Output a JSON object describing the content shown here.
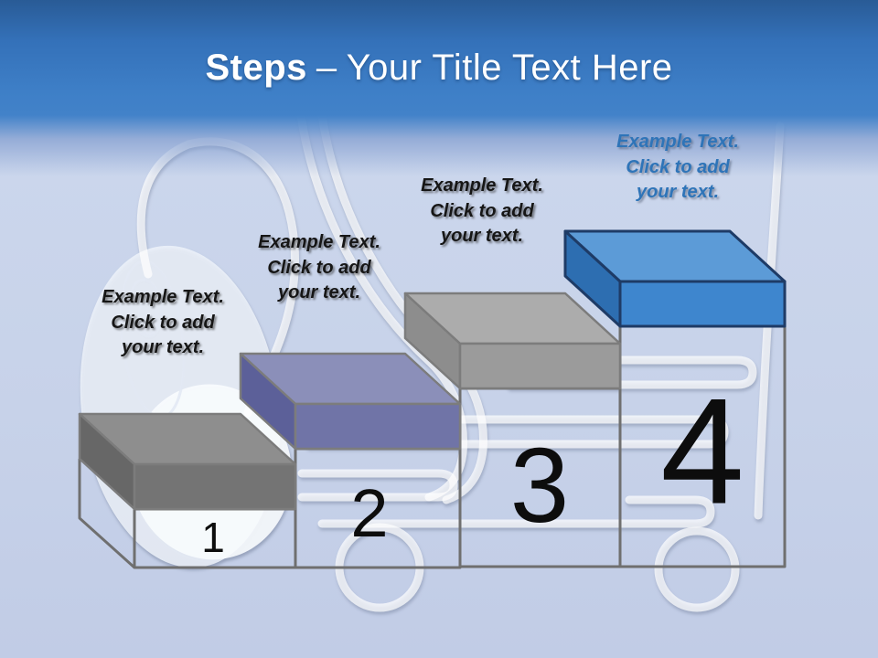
{
  "title": {
    "bold": "Steps",
    "separator": "–",
    "regular": "Your Title Text Here",
    "color": "#FFFFFF"
  },
  "colors": {
    "header_top": "#295B96",
    "header_blue": "#4282C9",
    "body_background": "#C9D4EA",
    "wireframe": "#6F6F6F",
    "number_color": "#0D0D0D",
    "caption_dark": "#161616",
    "caption_blue": "#2E74B8"
  },
  "steps": [
    {
      "number": "1",
      "caption": "Example Text.\nClick  to add\nyour text.",
      "caption_color": "#161616",
      "color_top": "#8E8E8E",
      "color_front": "#747474",
      "color_side": "#676767",
      "outline": "#7C7C7C"
    },
    {
      "number": "2",
      "caption": "Example Text.\nClick  to add\nyour text.",
      "caption_color": "#161616",
      "color_top": "#8B8FB9",
      "color_front": "#7074A7",
      "color_side": "#5C6099",
      "outline": "#7C7C7C"
    },
    {
      "number": "3",
      "caption": "Example Text.\nClick  to add\nyour text.",
      "caption_color": "#161616",
      "color_top": "#ACACAC",
      "color_front": "#9B9B9B",
      "color_side": "#8D8D8D",
      "outline": "#7C7C7C"
    },
    {
      "number": "4",
      "caption": "Example Text.\nClick  to add\nyour text.",
      "caption_color": "#2E74B8",
      "color_top": "#5C9BD7",
      "color_front": "#3E86CE",
      "color_side": "#2D6EB1",
      "outline": "#1E3B66"
    }
  ],
  "watermarks": [
    {
      "name": "computer-mouse"
    },
    {
      "name": "shopping-cart"
    }
  ]
}
